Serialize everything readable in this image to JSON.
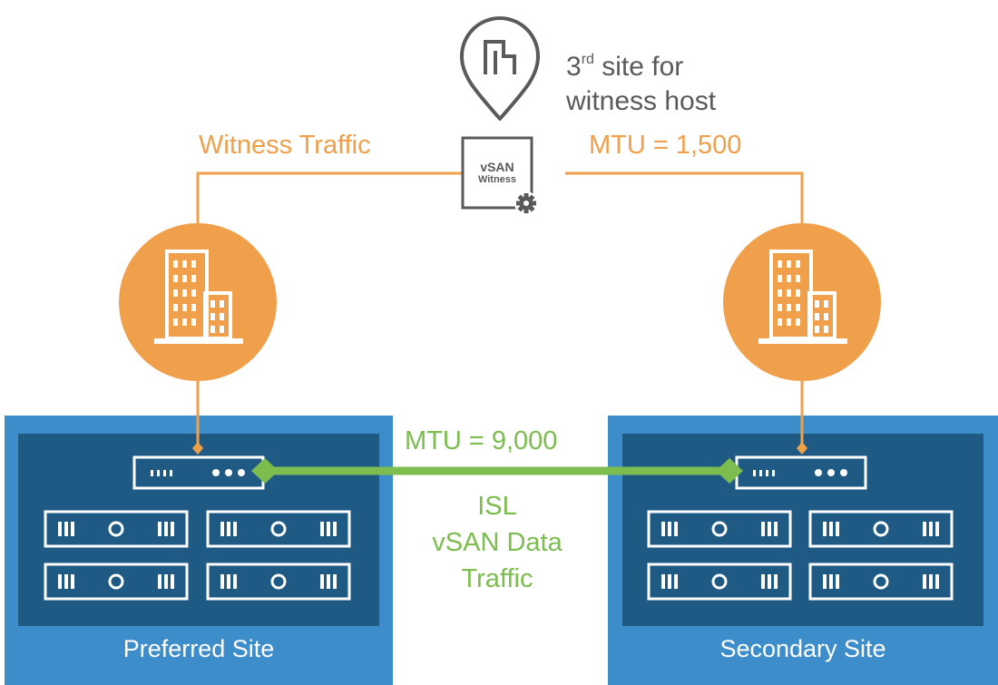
{
  "witness_site": {
    "label_ordinal": "3",
    "label_suffix": "rd",
    "label_line1_rest": " site for",
    "label_line2": "witness host",
    "icon": "location-pin-building-icon"
  },
  "witness_appliance": {
    "line1": "vSAN",
    "line2": "Witness",
    "icon": "gear-icon"
  },
  "witness_traffic_label": "Witness Traffic",
  "witness_mtu_label": "MTU = 1,500",
  "isl": {
    "mtu_label": "MTU = 9,000",
    "line1": "ISL",
    "line2": "vSAN Data",
    "line3": "Traffic"
  },
  "sites": {
    "preferred": {
      "label": "Preferred Site",
      "icon": "office-building-icon"
    },
    "secondary": {
      "label": "Secondary Site",
      "icon": "office-building-icon"
    }
  },
  "colors": {
    "orange": "#f0a04b",
    "green": "#7dbd4f",
    "site_blue": "#3d8dcb",
    "site_dark": "#1e5a84",
    "gray": "#5a5a5a"
  }
}
